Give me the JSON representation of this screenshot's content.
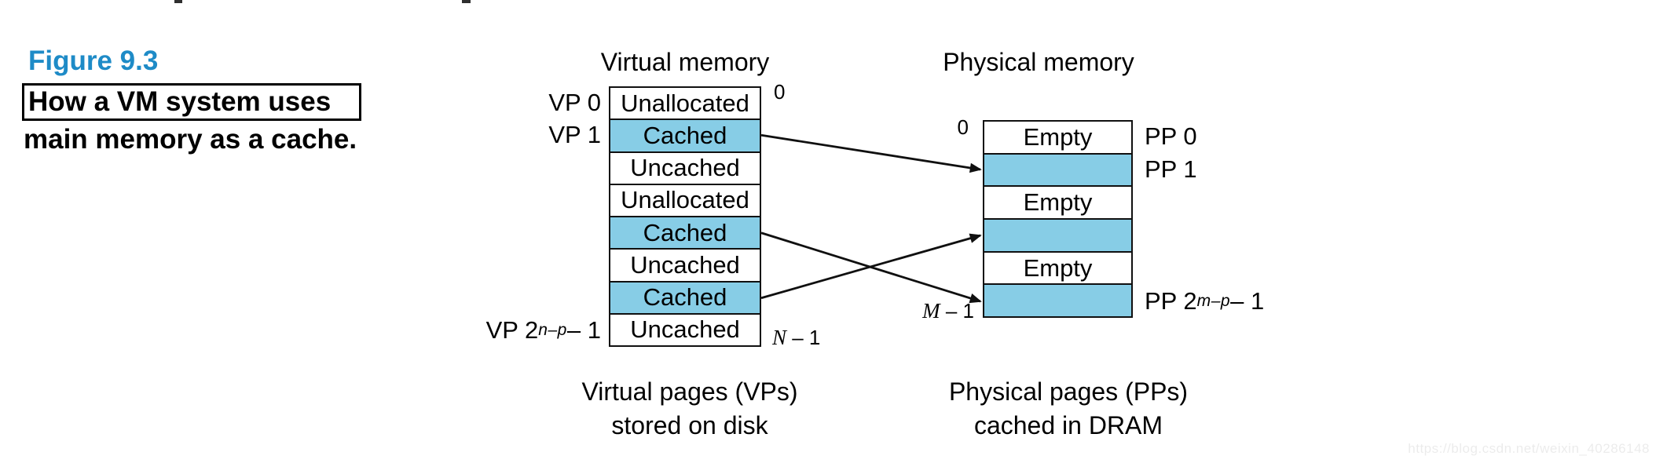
{
  "figure": {
    "number": "Figure 9.3",
    "title_boxed": "How a VM system uses",
    "title_rest": "main memory as a cache."
  },
  "virtual_memory": {
    "title": "Virtual memory",
    "top_address": "0",
    "bottom_address": {
      "italic": "N",
      "rest": " – 1"
    },
    "rows": [
      {
        "state": "Unallocated",
        "cached": false,
        "side_label": {
          "pre": "VP 0"
        }
      },
      {
        "state": "Cached",
        "cached": true,
        "side_label": {
          "pre": "VP 1"
        }
      },
      {
        "state": "Uncached",
        "cached": false
      },
      {
        "state": "Unallocated",
        "cached": false
      },
      {
        "state": "Cached",
        "cached": true
      },
      {
        "state": "Uncached",
        "cached": false
      },
      {
        "state": "Cached",
        "cached": true
      },
      {
        "state": "Uncached",
        "cached": false,
        "side_label": {
          "pre": "VP 2",
          "sup": "n–p",
          "rest": " – 1"
        }
      }
    ],
    "caption_line1": "Virtual pages (VPs)",
    "caption_line2": "stored on disk"
  },
  "physical_memory": {
    "title": "Physical memory",
    "top_address": "0",
    "bottom_address": {
      "italic": "M",
      "rest": " – 1"
    },
    "rows": [
      {
        "state": "Empty",
        "cached": false,
        "side_label": {
          "pre": "PP 0"
        }
      },
      {
        "state": "",
        "cached": true,
        "side_label": {
          "pre": "PP 1"
        }
      },
      {
        "state": "Empty",
        "cached": false
      },
      {
        "state": "",
        "cached": true
      },
      {
        "state": "Empty",
        "cached": false
      },
      {
        "state": "",
        "cached": true,
        "side_label": {
          "pre": "PP 2",
          "sup": "m–p",
          "rest": " – 1"
        }
      }
    ],
    "caption_line1": "Physical pages (PPs)",
    "caption_line2": "cached in DRAM"
  },
  "mappings": [
    {
      "from_vp_row": 1,
      "to_pp_row": 1
    },
    {
      "from_vp_row": 4,
      "to_pp_row": 5
    },
    {
      "from_vp_row": 6,
      "to_pp_row": 3
    }
  ],
  "colors": {
    "cached_fill": "#87cde6",
    "figure_number_blue": "#1e8bc7",
    "line_black": "#101010"
  },
  "watermark": {
    "text": "https://blog.csdn.net/weixin_40286148"
  }
}
